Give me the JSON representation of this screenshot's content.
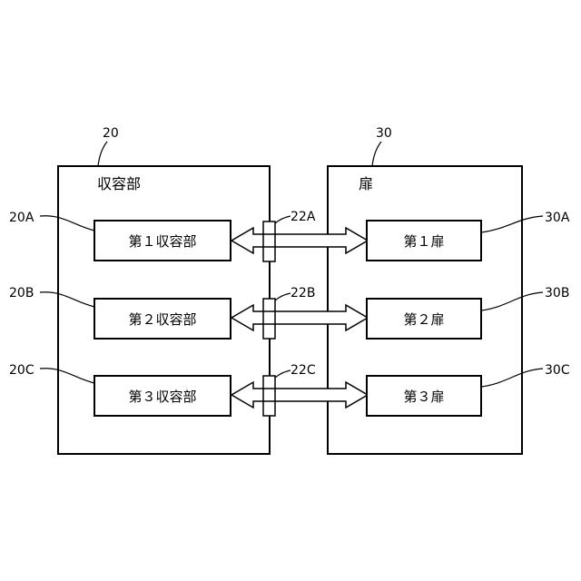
{
  "left_block": {
    "ref": "20",
    "title": "収容部"
  },
  "right_block": {
    "ref": "30",
    "title": "扉"
  },
  "rows": [
    {
      "left_ref": "20A",
      "left_label": "第１収容部",
      "conn_ref": "22A",
      "right_label": "第１扉",
      "right_ref": "30A"
    },
    {
      "left_ref": "20B",
      "left_label": "第２収容部",
      "conn_ref": "22B",
      "right_label": "第２扉",
      "right_ref": "30B"
    },
    {
      "left_ref": "20C",
      "left_label": "第３収容部",
      "conn_ref": "22C",
      "right_label": "第３扉",
      "right_ref": "30C"
    }
  ]
}
